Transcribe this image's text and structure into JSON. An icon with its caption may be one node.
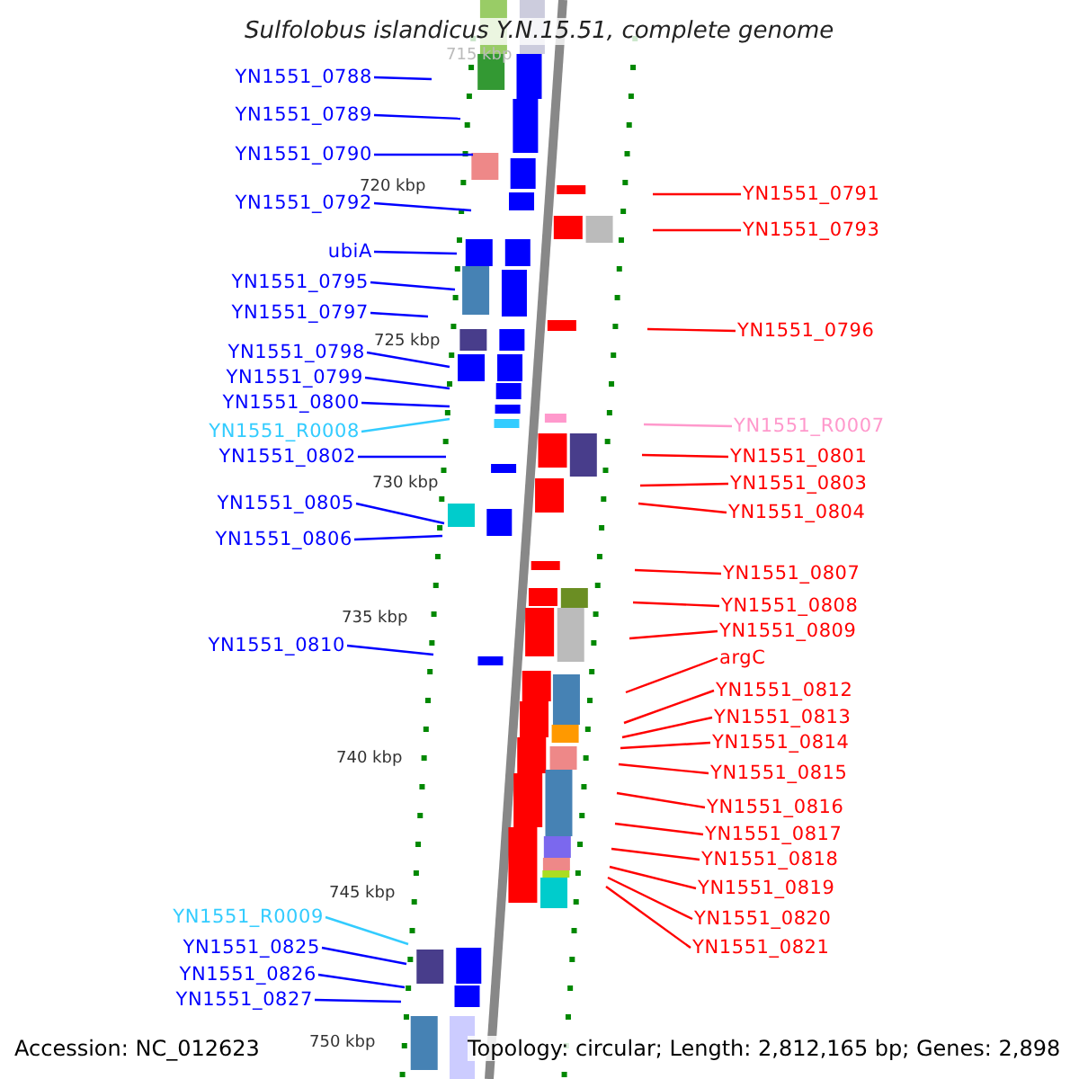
{
  "diagram": {
    "title": "Sulfolobus islandicus Y.N.15.51, complete genome",
    "nodes": [
      {
        "text": [
          "YN1551_0788"
        ]
      },
      {
        "text": [
          "YN1551_0789"
        ]
      },
      {
        "text": [
          "YN1551_0790"
        ]
      },
      {
        "text": [
          "YN1551_0792"
        ]
      },
      {
        "text": [
          "ubiA"
        ]
      },
      {
        "text": [
          "YN1551_0795"
        ]
      },
      {
        "text": [
          "YN1551_0797"
        ]
      },
      {
        "text": [
          "YN1551_0798"
        ]
      },
      {
        "text": [
          "YN1551_0799"
        ]
      },
      {
        "text": [
          "YN1551_0800"
        ]
      },
      {
        "text": [
          "YN1551_R0008"
        ]
      },
      {
        "text": [
          "YN1551_0802"
        ]
      },
      {
        "text": [
          "YN1551_0805"
        ]
      },
      {
        "text": [
          "YN1551_0806"
        ]
      },
      {
        "text": [
          "YN1551_0810"
        ]
      },
      {
        "text": [
          "YN1551_R0009"
        ]
      },
      {
        "text": [
          "YN1551_0825"
        ]
      },
      {
        "text": [
          "YN1551_0826"
        ]
      },
      {
        "text": [
          "YN1551_0827"
        ]
      },
      {
        "text": [
          "YN1551_0791"
        ]
      },
      {
        "text": [
          "YN1551_0793"
        ]
      },
      {
        "text": [
          "YN1551_0796"
        ]
      },
      {
        "text": [
          "YN1551_R0007"
        ]
      },
      {
        "text": [
          "YN1551_0801"
        ]
      },
      {
        "text": [
          "YN1551_0803"
        ]
      },
      {
        "text": [
          "YN1551_0804"
        ]
      },
      {
        "text": [
          "YN1551_0807"
        ]
      },
      {
        "text": [
          "YN1551_0808"
        ]
      },
      {
        "text": [
          "YN1551_0809"
        ]
      },
      {
        "text": [
          "argC"
        ]
      },
      {
        "text": [
          "YN1551_0812"
        ]
      },
      {
        "text": [
          "YN1551_0813"
        ]
      },
      {
        "text": [
          "YN1551_0814"
        ]
      },
      {
        "text": [
          "YN1551_0815"
        ]
      },
      {
        "text": [
          "YN1551_0816"
        ]
      },
      {
        "text": [
          "YN1551_0817"
        ]
      },
      {
        "text": [
          "YN1551_0818"
        ]
      },
      {
        "text": [
          "YN1551_0819"
        ]
      },
      {
        "text": [
          "YN1551_0820"
        ]
      },
      {
        "text": [
          "YN1551_0821"
        ]
      }
    ],
    "edges": [
      {
        "from": 0,
        "to": null,
        "arrow": "none",
        "color": "#0000ff"
      },
      {
        "from": 1,
        "to": null,
        "arrow": "none",
        "color": "#0000ff"
      },
      {
        "from": 2,
        "to": null,
        "arrow": "none",
        "color": "#0000ff"
      },
      {
        "from": 3,
        "to": null,
        "arrow": "none",
        "color": "#0000ff"
      },
      {
        "from": 4,
        "to": null,
        "arrow": "none",
        "color": "#0000ff"
      },
      {
        "from": 5,
        "to": null,
        "arrow": "none",
        "color": "#0000ff"
      },
      {
        "from": 6,
        "to": null,
        "arrow": "none",
        "color": "#0000ff"
      },
      {
        "from": 7,
        "to": null,
        "arrow": "none",
        "color": "#0000ff"
      },
      {
        "from": 8,
        "to": null,
        "arrow": "none",
        "color": "#0000ff"
      },
      {
        "from": 9,
        "to": null,
        "arrow": "none",
        "color": "#0000ff"
      },
      {
        "from": 10,
        "to": null,
        "arrow": "none",
        "color": "#33ccff"
      },
      {
        "from": 11,
        "to": null,
        "arrow": "none",
        "color": "#0000ff"
      },
      {
        "from": 12,
        "to": null,
        "arrow": "none",
        "color": "#0000ff"
      },
      {
        "from": 13,
        "to": null,
        "arrow": "none",
        "color": "#0000ff"
      },
      {
        "from": 14,
        "to": null,
        "arrow": "none",
        "color": "#0000ff"
      },
      {
        "from": 15,
        "to": null,
        "arrow": "none",
        "color": "#33ccff"
      },
      {
        "from": 16,
        "to": null,
        "arrow": "none",
        "color": "#0000ff"
      },
      {
        "from": 17,
        "to": null,
        "arrow": "none",
        "color": "#0000ff"
      },
      {
        "from": 18,
        "to": null,
        "arrow": "none",
        "color": "#0000ff"
      },
      {
        "from": 19,
        "to": null,
        "arrow": "none",
        "color": "#ff0000"
      },
      {
        "from": 20,
        "to": null,
        "arrow": "none",
        "color": "#ff0000"
      },
      {
        "from": 21,
        "to": null,
        "arrow": "none",
        "color": "#ff0000"
      },
      {
        "from": 22,
        "to": null,
        "arrow": "none",
        "color": "#ff99cc"
      },
      {
        "from": 23,
        "to": null,
        "arrow": "none",
        "color": "#ff0000"
      },
      {
        "from": 24,
        "to": null,
        "arrow": "none",
        "color": "#ff0000"
      },
      {
        "from": 25,
        "to": null,
        "arrow": "none",
        "color": "#ff0000"
      },
      {
        "from": 26,
        "to": null,
        "arrow": "none",
        "color": "#ff0000"
      },
      {
        "from": 27,
        "to": null,
        "arrow": "none",
        "color": "#ff0000"
      },
      {
        "from": 28,
        "to": null,
        "arrow": "none",
        "color": "#ff0000"
      },
      {
        "from": 29,
        "to": null,
        "arrow": "none",
        "color": "#ff0000"
      },
      {
        "from": 30,
        "to": null,
        "arrow": "none",
        "color": "#ff0000"
      },
      {
        "from": 31,
        "to": null,
        "arrow": "none",
        "color": "#ff0000"
      },
      {
        "from": 32,
        "to": null,
        "arrow": "none",
        "color": "#ff0000"
      },
      {
        "from": 33,
        "to": null,
        "arrow": "none",
        "color": "#ff0000"
      },
      {
        "from": 34,
        "to": null,
        "arrow": "none",
        "color": "#ff0000"
      },
      {
        "from": 35,
        "to": null,
        "arrow": "none",
        "color": "#ff0000"
      },
      {
        "from": 36,
        "to": null,
        "arrow": "none",
        "color": "#ff0000"
      },
      {
        "from": 37,
        "to": null,
        "arrow": "none",
        "color": "#ff0000"
      },
      {
        "from": 38,
        "to": null,
        "arrow": "none",
        "color": "#ff0000"
      },
      {
        "from": 39,
        "to": null,
        "arrow": "none",
        "color": "#ff0000"
      }
    ],
    "labels": [
      "715 kbp",
      "720 kbp",
      "725 kbp",
      "730 kbp",
      "735 kbp",
      "740 kbp",
      "745 kbp",
      "750 kbp",
      "Accession: NC_012623",
      "Topology: circular; Length: 2,812,165 bp; Genes: 2,898"
    ]
  }
}
